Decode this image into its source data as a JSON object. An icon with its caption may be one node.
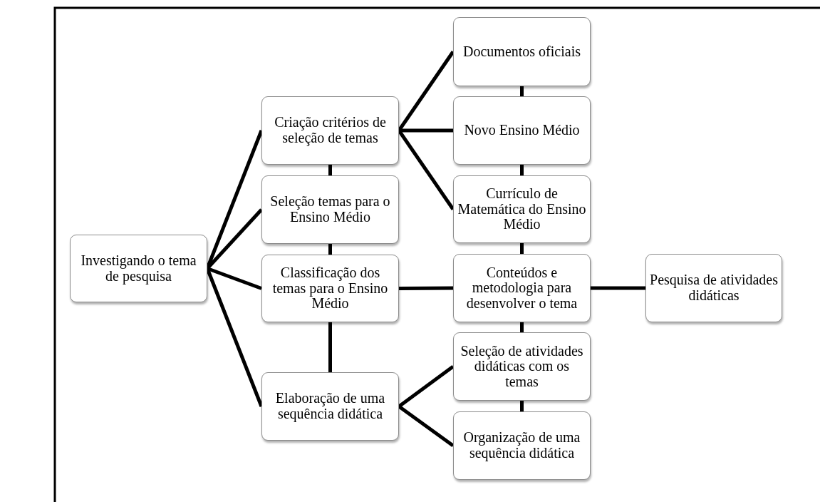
{
  "diagram": {
    "nodes": [
      {
        "text": [
          "Investigando o tema de pesquisa"
        ]
      },
      {
        "text": [
          "Criação critérios de seleção de temas"
        ]
      },
      {
        "text": [
          "Seleção temas para o Ensino Médio"
        ]
      },
      {
        "text": [
          "Classificação dos temas para o Ensino Médio"
        ]
      },
      {
        "text": [
          "Elaboração de uma sequência didática"
        ]
      },
      {
        "text": [
          "Documentos oficiais"
        ]
      },
      {
        "text": [
          "Novo Ensino Médio"
        ]
      },
      {
        "text": [
          "Currículo de Matemática do Ensino Médio"
        ]
      },
      {
        "text": [
          "Conteúdos e metodologia para desenvolver o tema"
        ]
      },
      {
        "text": [
          "Pesquisa de atividades didáticas"
        ]
      },
      {
        "text": [
          "Seleção de atividades didáticas com os temas"
        ]
      },
      {
        "text": [
          "Organização de uma sequência didática"
        ]
      }
    ],
    "edges": [
      {
        "from": 0,
        "to": 1,
        "arrow": "none"
      },
      {
        "from": 0,
        "to": 2,
        "arrow": "none"
      },
      {
        "from": 0,
        "to": 3,
        "arrow": "none"
      },
      {
        "from": 0,
        "to": 4,
        "arrow": "none"
      },
      {
        "from": 1,
        "to": 2,
        "arrow": "none"
      },
      {
        "from": 2,
        "to": 3,
        "arrow": "none"
      },
      {
        "from": 3,
        "to": 4,
        "arrow": "none"
      },
      {
        "from": 1,
        "to": 5,
        "arrow": "none"
      },
      {
        "from": 1,
        "to": 6,
        "arrow": "none"
      },
      {
        "from": 1,
        "to": 7,
        "arrow": "none"
      },
      {
        "from": 5,
        "to": 6,
        "arrow": "none"
      },
      {
        "from": 6,
        "to": 7,
        "arrow": "none"
      },
      {
        "from": 7,
        "to": 8,
        "arrow": "none"
      },
      {
        "from": 3,
        "to": 8,
        "arrow": "none"
      },
      {
        "from": 8,
        "to": 9,
        "arrow": "none"
      },
      {
        "from": 8,
        "to": 10,
        "arrow": "none"
      },
      {
        "from": 10,
        "to": 11,
        "arrow": "none"
      },
      {
        "from": 4,
        "to": 10,
        "arrow": "none"
      },
      {
        "from": 4,
        "to": 11,
        "arrow": "none"
      }
    ]
  }
}
